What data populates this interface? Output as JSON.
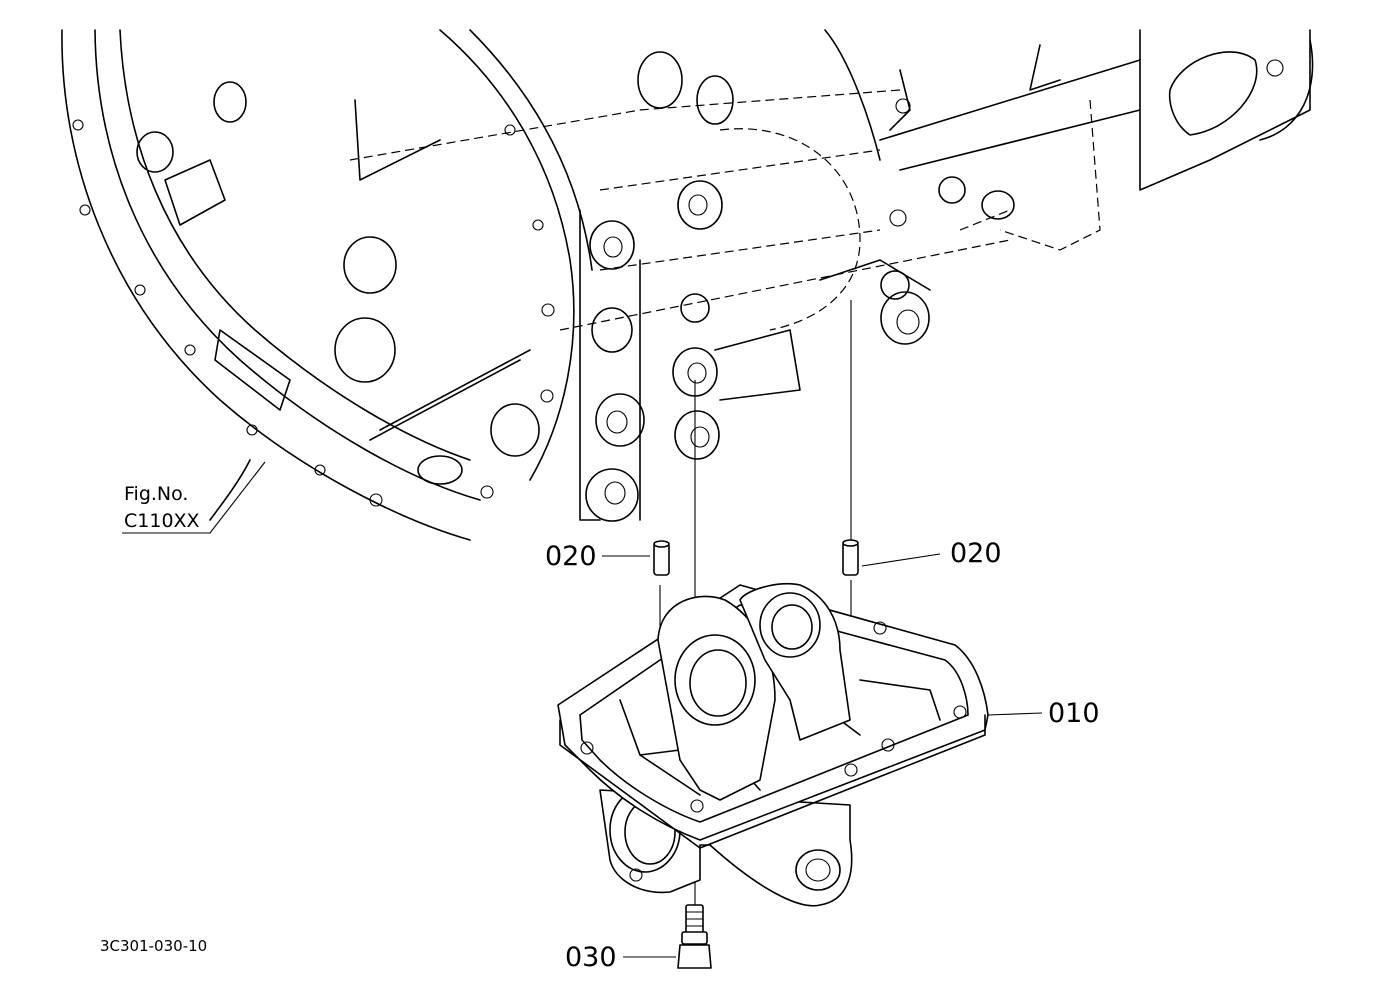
{
  "diagram": {
    "figure_ref": {
      "line1": "Fig.No.",
      "line2": "C110XX"
    },
    "callouts": {
      "pin_left": "020",
      "pin_right": "020",
      "housing": "010",
      "bolt": "030"
    },
    "drawing_code": "3C301-030-10"
  }
}
